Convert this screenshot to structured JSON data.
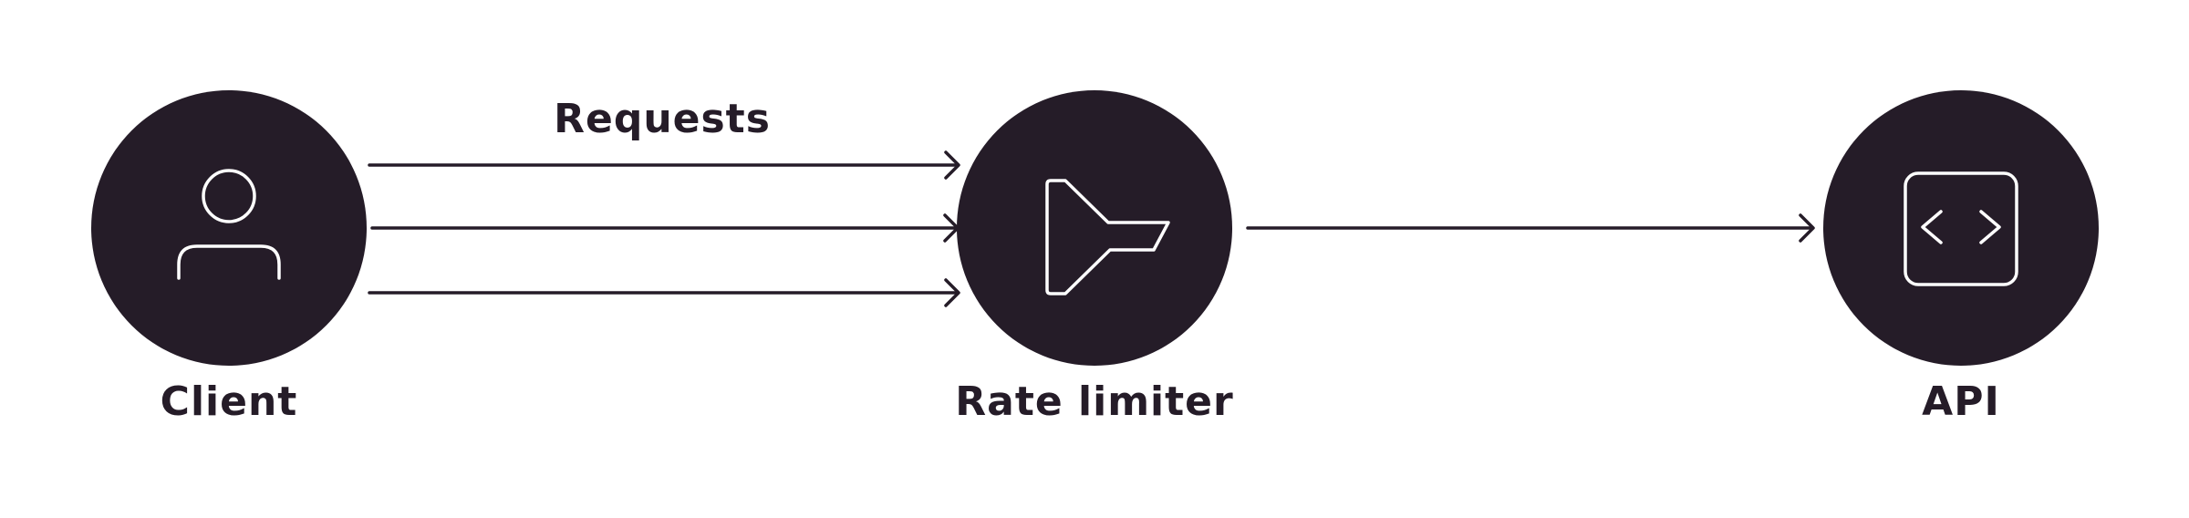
{
  "colors": {
    "node_fill": "#251c28",
    "line": "#251c28",
    "icon_stroke": "#ffffff",
    "label_text": "#251c28",
    "background": "#ffffff"
  },
  "nodes": {
    "client": {
      "label": "Client",
      "icon": "user-icon"
    },
    "rate_limiter": {
      "label": "Rate limiter",
      "icon": "funnel-icon"
    },
    "api": {
      "label": "API",
      "icon": "code-window-icon"
    }
  },
  "edges": {
    "requests": {
      "label": "Requests",
      "lines": 3
    },
    "forward": {
      "lines": 1
    }
  }
}
